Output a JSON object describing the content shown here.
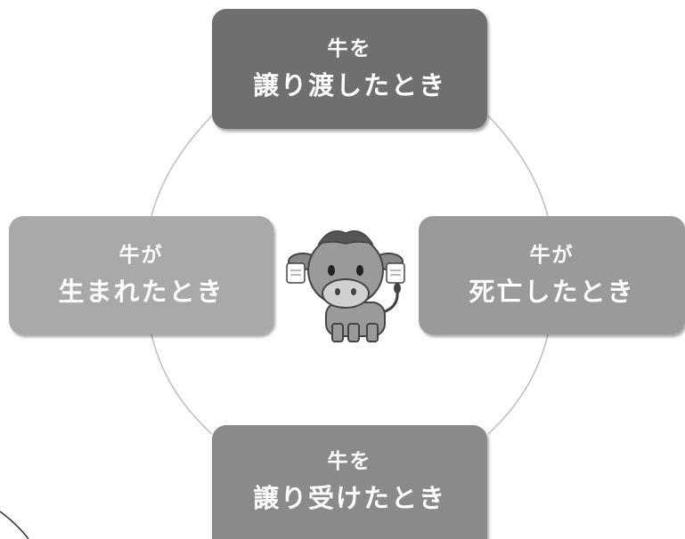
{
  "boxes": {
    "top": {
      "line1": "牛を",
      "line2": "譲り渡したとき"
    },
    "left": {
      "line1": "牛が",
      "line2": "生まれたとき"
    },
    "right": {
      "line1": "牛が",
      "line2": "死亡したとき"
    },
    "bottom": {
      "line1": "牛を",
      "line2": "譲り受けたとき"
    }
  },
  "colors": {
    "top": "#6f6f6f",
    "left": "#a9a9a9",
    "right": "#9a9a9a",
    "bottom": "#8a8a8a",
    "ring": "#bdbdbd"
  },
  "center_icon": "cow-mascot-icon"
}
